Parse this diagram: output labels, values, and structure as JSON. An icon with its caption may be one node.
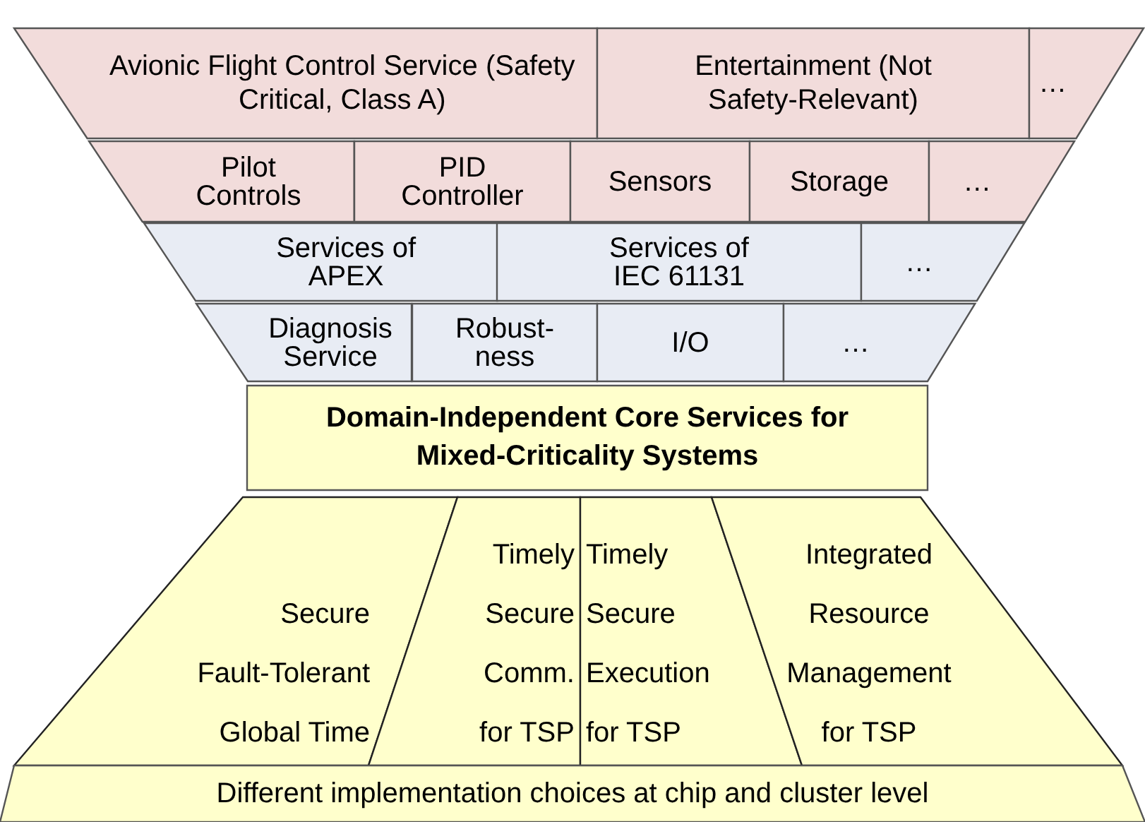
{
  "diagram": {
    "nodes": [
      {
        "text": [
          "Avionic Flight Control Service (Safety Critical, Class A)"
        ]
      },
      {
        "text": [
          "Entertainment (Not Safety-Relevant)"
        ]
      },
      {
        "text": [
          "…"
        ]
      },
      {
        "text": [
          "Pilot Controls"
        ]
      },
      {
        "text": [
          "PID Controller"
        ]
      },
      {
        "text": [
          "Sensors"
        ]
      },
      {
        "text": [
          "Storage"
        ]
      },
      {
        "text": [
          "…"
        ]
      },
      {
        "text": [
          "Services of APEX"
        ]
      },
      {
        "text": [
          "Services of IEC 61131"
        ]
      },
      {
        "text": [
          "…"
        ]
      },
      {
        "text": [
          "Diagnosis Service"
        ]
      },
      {
        "text": [
          "Robust- ness"
        ]
      },
      {
        "text": [
          "I/O"
        ]
      },
      {
        "text": [
          "…"
        ]
      },
      {
        "text": [
          "Domain-Independent Core Services for Mixed-Criticality Systems"
        ]
      },
      {
        "text": [
          "Secure Fault-Tolerant Global Time"
        ]
      },
      {
        "text": [
          "Timely Secure Comm. for TSP"
        ]
      },
      {
        "text": [
          "Timely Secure Execution for TSP"
        ]
      },
      {
        "text": [
          "Integrated Resource Management for TSP"
        ]
      },
      {
        "text": [
          "Different implementation choices at chip and cluster level"
        ]
      }
    ]
  }
}
